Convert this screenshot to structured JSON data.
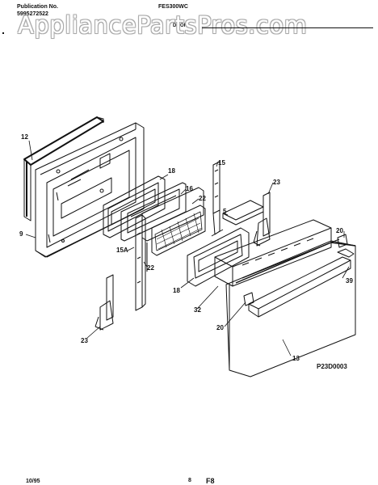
{
  "header": {
    "publication_label": "Publication No.",
    "publication_number": "5995272522",
    "model": "FES300WC",
    "section": "DOOR"
  },
  "watermark": "AppliancePartsPros.com",
  "callouts": [
    "12",
    "9",
    "18",
    "16",
    "22",
    "15",
    "23",
    "5",
    "15A",
    "22",
    "18",
    "20",
    "39",
    "32",
    "20",
    "13",
    "23"
  ],
  "diagram_code": "P23D0003",
  "footer": {
    "date": "10/95",
    "page": "8",
    "code": "F8"
  }
}
